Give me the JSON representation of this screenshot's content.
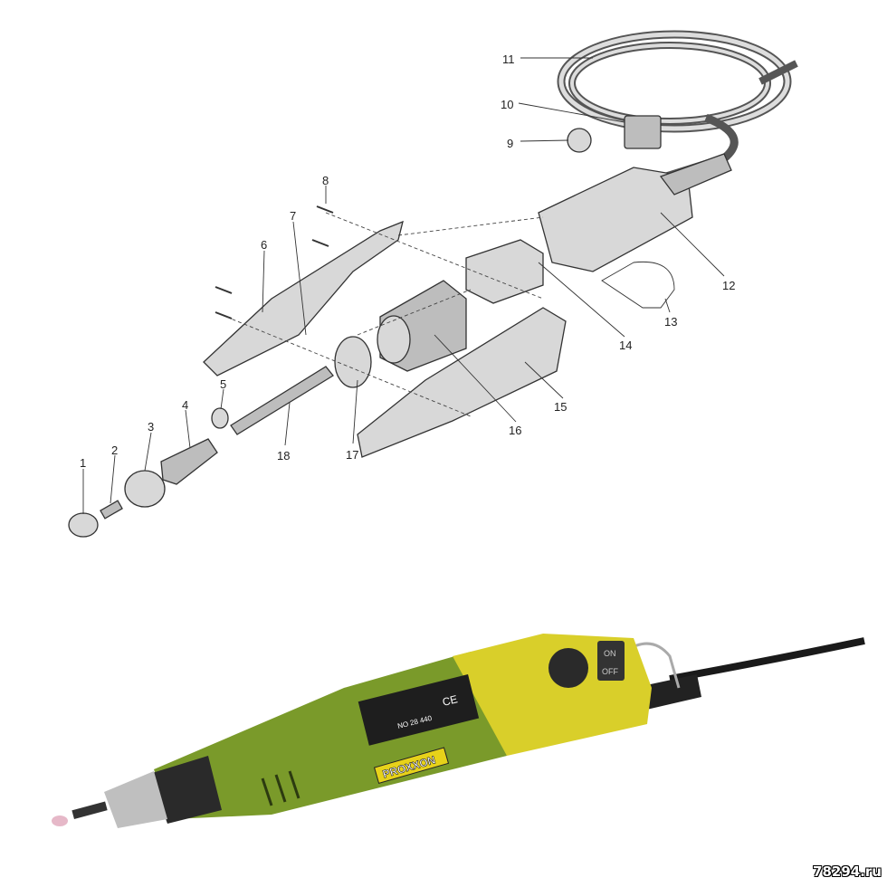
{
  "diagram": {
    "callouts": [
      "1",
      "2",
      "3",
      "4",
      "5",
      "6",
      "7",
      "8",
      "9",
      "10",
      "11",
      "12",
      "13",
      "14",
      "15",
      "16",
      "17",
      "18"
    ]
  },
  "product": {
    "brand": "PROXXON",
    "model_number": "NO 28 440",
    "switch_on": "ON",
    "switch_off": "OFF",
    "ce_mark": "CE",
    "colors": {
      "green": "#7a9a2a",
      "yellow": "#d9cf2a",
      "cable": "#1a1a1a"
    }
  },
  "watermark": "78294.ru"
}
